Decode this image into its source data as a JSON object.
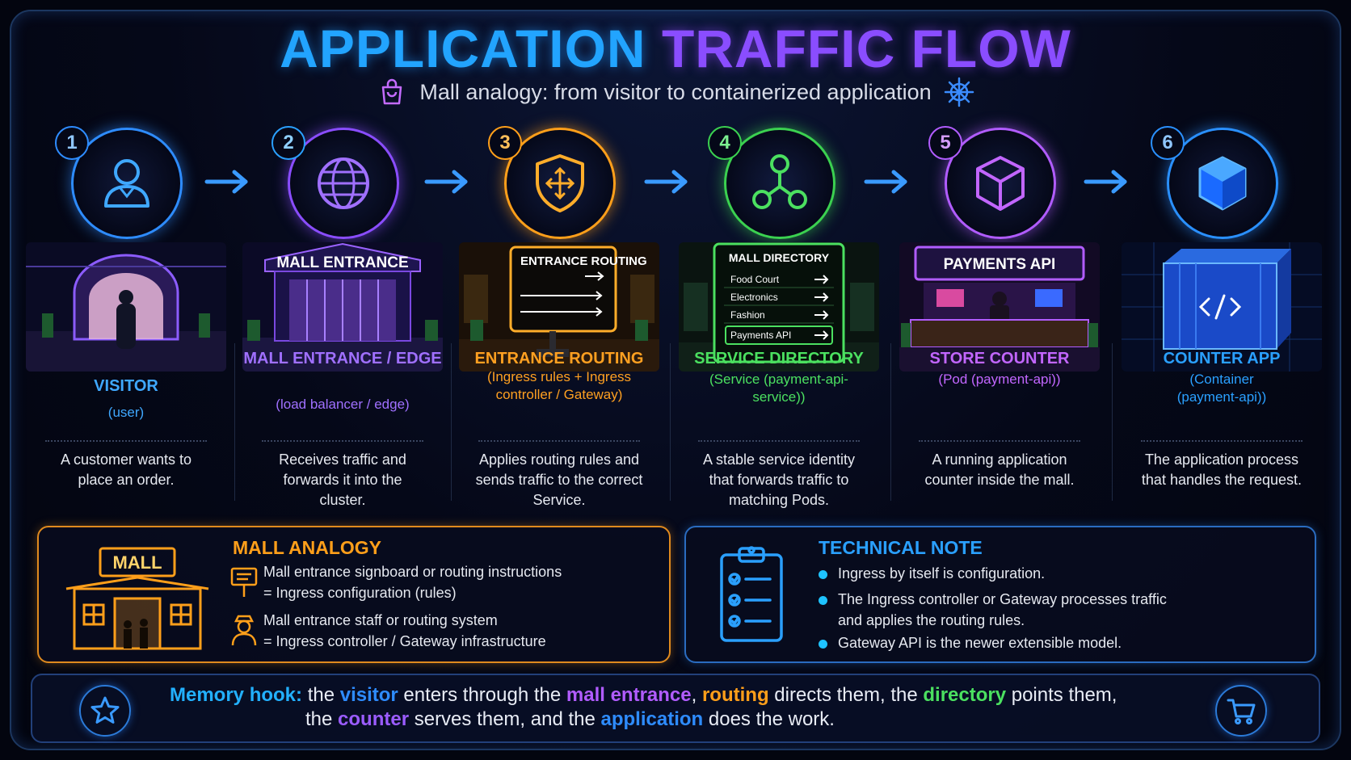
{
  "title": {
    "part1": "APPLICATION",
    "part2": "TRAFFIC FLOW"
  },
  "subtitle": "Mall analogy: from visitor to containerized application",
  "subtitle_icons": [
    "shopping-bag-icon",
    "kubernetes-helm-icon"
  ],
  "steps": [
    {
      "number": "1",
      "label": "VISITOR",
      "tech": "(user)",
      "description": "A customer wants to place an order.",
      "icon": "user-icon",
      "color": "#3fa8ff"
    },
    {
      "number": "2",
      "label": "MALL ENTRANCE / EDGE",
      "tech": "(load balancer / edge)",
      "description": "Receives traffic and forwards it into the cluster.",
      "icon": "globe-icon",
      "color": "#a070ff",
      "scene_sign": "MALL ENTRANCE"
    },
    {
      "number": "3",
      "label": "ENTRANCE ROUTING",
      "tech": "(Ingress rules + Ingress controller / Gateway)",
      "description": "Applies routing rules and sends traffic to the correct Service.",
      "icon": "shield-arrows-icon",
      "color": "#ff9f1a",
      "scene_sign": "ENTRANCE ROUTING"
    },
    {
      "number": "4",
      "label": "SERVICE DIRECTORY",
      "tech": "(Service (payment-api-service))",
      "description": "A stable service identity that forwards traffic to matching Pods.",
      "icon": "service-nodes-icon",
      "color": "#4be060",
      "scene_sign": "MALL DIRECTORY",
      "directory_items": [
        "Food Court",
        "Electronics",
        "Fashion",
        "Payments API"
      ]
    },
    {
      "number": "5",
      "label": "STORE COUNTER",
      "tech": "(Pod (payment-api))",
      "description": "A running application counter inside the mall.",
      "icon": "cube-icon",
      "color": "#c266ff",
      "scene_sign": "PAYMENTS API"
    },
    {
      "number": "6",
      "label": "COUNTER APP",
      "tech": "(Container (payment-api))",
      "description": "The application process that handles the request.",
      "icon": "container-cube-icon",
      "color": "#2aa0ff"
    }
  ],
  "analogy": {
    "title": "MALL ANALOGY",
    "sign": "MALL",
    "rows": [
      {
        "icon": "signboard-icon",
        "line1": "Mall entrance signboard or routing instructions",
        "line2": "= Ingress configuration (rules)"
      },
      {
        "icon": "staff-icon",
        "line1": "Mall entrance staff or routing system",
        "line2": "= Ingress controller / Gateway infrastructure"
      }
    ]
  },
  "technical_note": {
    "title": "TECHNICAL NOTE",
    "bullets": [
      {
        "line1": "Ingress by itself is configuration.",
        "line2": ""
      },
      {
        "line1": "The Ingress controller or Gateway processes traffic",
        "line2": "and applies the routing rules."
      },
      {
        "line1": "Gateway API is the newer extensible model.",
        "line2": ""
      }
    ]
  },
  "memory_hook": {
    "label": "Memory hook:",
    "line1": [
      {
        "text": "the ",
        "color": ""
      },
      {
        "text": "visitor",
        "color": "#2e8cff"
      },
      {
        "text": " enters through the ",
        "color": ""
      },
      {
        "text": "mall entrance",
        "color": "#b15cff"
      },
      {
        "text": ", ",
        "color": ""
      },
      {
        "text": "routing",
        "color": "#ff9f1a"
      },
      {
        "text": " directs them, the ",
        "color": ""
      },
      {
        "text": "directory",
        "color": "#4be060"
      },
      {
        "text": " points them,",
        "color": ""
      }
    ],
    "line2": [
      {
        "text": "the ",
        "color": ""
      },
      {
        "text": "counter",
        "color": "#9b5cff"
      },
      {
        "text": " serves them, and the ",
        "color": ""
      },
      {
        "text": "application",
        "color": "#2e8cff"
      },
      {
        "text": " does the work.",
        "color": ""
      }
    ]
  },
  "colors": {
    "label_hook": "#22b0ff",
    "frame": "#1c3760"
  }
}
